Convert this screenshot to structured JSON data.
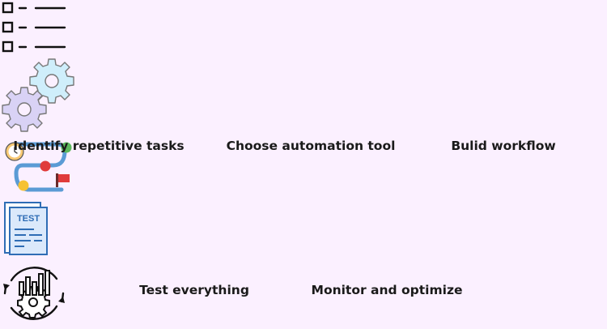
{
  "steps": [
    {
      "label": "Identify repetitive tasks",
      "icon": "checklist-icon"
    },
    {
      "label": "Choose automation tool",
      "icon": "gears-icon"
    },
    {
      "label": "Bulid workflow",
      "icon": "workflow-path-icon"
    },
    {
      "label": "Test everything",
      "icon": "test-document-icon"
    },
    {
      "label": "Monitor and optimize",
      "icon": "monitor-optimize-icon"
    }
  ],
  "test_doc_text": "TEST",
  "colors": {
    "background": "#fbf0ff",
    "text": "#1a1a1a",
    "gear_purple": "#d9d2f5",
    "gear_blue": "#cfeefb",
    "path_blue": "#5b9bd5",
    "doc_blue": "#2f6db5"
  }
}
